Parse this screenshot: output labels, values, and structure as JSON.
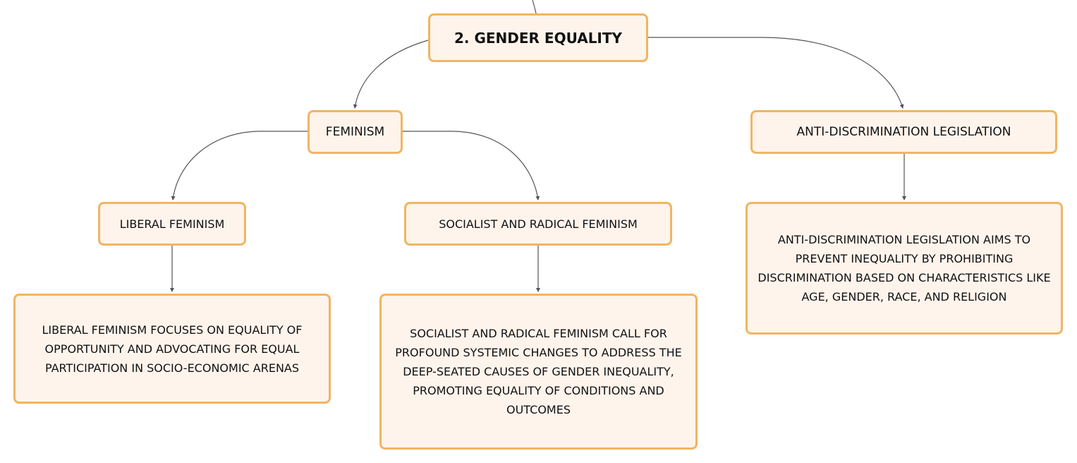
{
  "diagram": {
    "root": {
      "label": "2. GENDER EQUALITY"
    },
    "feminism": {
      "label": "FEMINISM"
    },
    "anti_discrimination": {
      "label": "ANTI-DISCRIMINATION LEGISLATION"
    },
    "liberal_feminism": {
      "label": "LIBERAL FEMINISM"
    },
    "socialist_radical_feminism": {
      "label": "SOCIALIST AND RADICAL FEMINISM"
    },
    "liberal_feminism_desc": {
      "text": "LIBERAL FEMINISM FOCUSES ON EQUALITY OF OPPORTUNITY AND ADVOCATING FOR EQUAL PARTICIPATION IN SOCIO-ECONOMIC ARENAS"
    },
    "socialist_radical_feminism_desc": {
      "text": "SOCIALIST AND RADICAL FEMINISM CALL FOR PROFOUND SYSTEMIC CHANGES TO ADDRESS THE DEEP-SEATED CAUSES OF GENDER INEQUALITY, PROMOTING EQUALITY OF CONDITIONS AND OUTCOMES"
    },
    "anti_discrimination_desc": {
      "text": "ANTI-DISCRIMINATION LEGISLATION AIMS TO PREVENT INEQUALITY BY PROHIBITING DISCRIMINATION BASED ON CHARACTERISTICS LIKE AGE, GENDER, RACE, AND RELIGION"
    }
  },
  "colors": {
    "node_fill": "#fef4ec",
    "node_border": "#f0b563",
    "connector": "#555555"
  }
}
